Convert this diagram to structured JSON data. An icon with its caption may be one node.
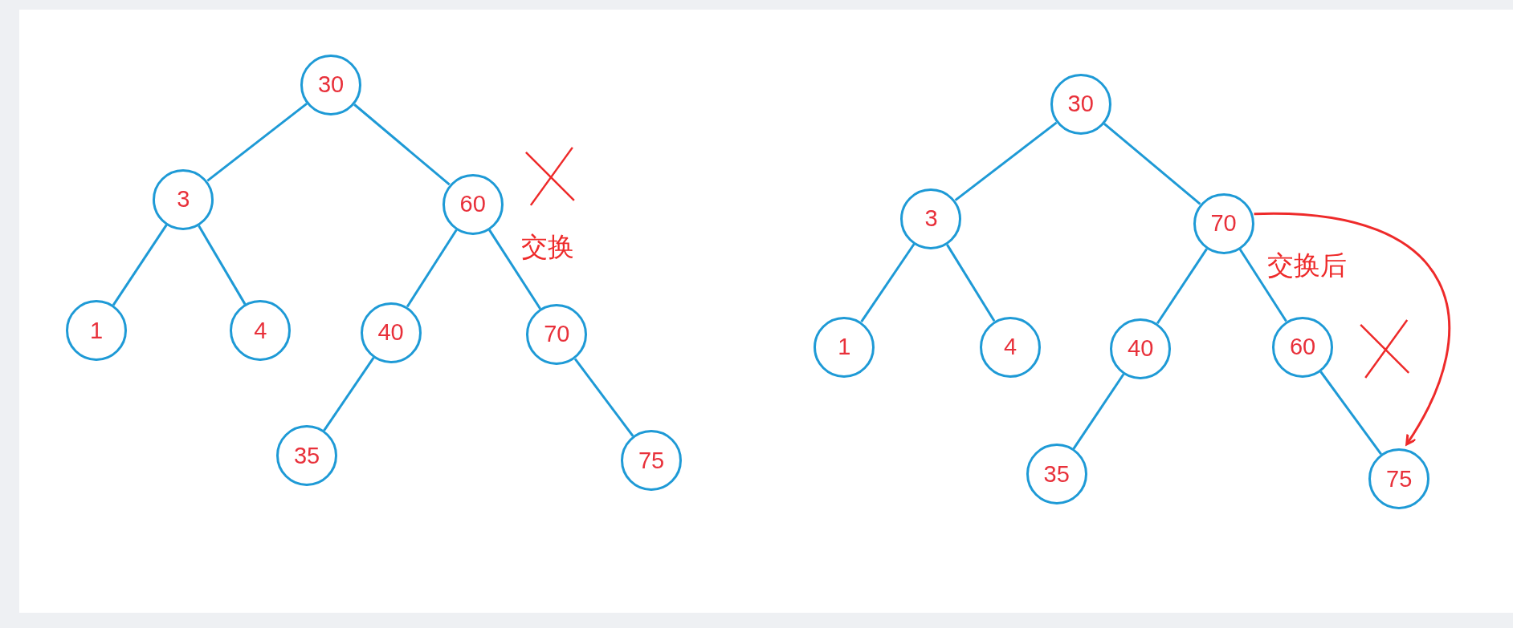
{
  "diagram": {
    "nodes": [
      {
        "text": [
          "30"
        ]
      },
      {
        "text": [
          "3"
        ]
      },
      {
        "text": [
          "60"
        ]
      },
      {
        "text": [
          "1"
        ]
      },
      {
        "text": [
          "4"
        ]
      },
      {
        "text": [
          "40"
        ]
      },
      {
        "text": [
          "70"
        ]
      },
      {
        "text": [
          "35"
        ]
      },
      {
        "text": [
          "75"
        ]
      },
      {
        "text": [
          "30"
        ]
      },
      {
        "text": [
          "3"
        ]
      },
      {
        "text": [
          "70"
        ]
      },
      {
        "text": [
          "1"
        ]
      },
      {
        "text": [
          "4"
        ]
      },
      {
        "text": [
          "40"
        ]
      },
      {
        "text": [
          "60"
        ]
      },
      {
        "text": [
          "35"
        ]
      },
      {
        "text": [
          "75"
        ]
      }
    ],
    "edges": [
      {
        "from": 0,
        "to": 1,
        "arrow": "none"
      },
      {
        "from": 0,
        "to": 2,
        "arrow": "none"
      },
      {
        "from": 1,
        "to": 3,
        "arrow": "none"
      },
      {
        "from": 1,
        "to": 4,
        "arrow": "none"
      },
      {
        "from": 2,
        "to": 5,
        "arrow": "none"
      },
      {
        "from": 2,
        "to": 6,
        "arrow": "none"
      },
      {
        "from": 5,
        "to": 7,
        "arrow": "none"
      },
      {
        "from": 6,
        "to": 8,
        "arrow": "none"
      },
      {
        "from": 9,
        "to": 10,
        "arrow": "none"
      },
      {
        "from": 9,
        "to": 11,
        "arrow": "none"
      },
      {
        "from": 10,
        "to": 12,
        "arrow": "none"
      },
      {
        "from": 10,
        "to": 13,
        "arrow": "none"
      },
      {
        "from": 11,
        "to": 14,
        "arrow": "none"
      },
      {
        "from": 11,
        "to": 15,
        "arrow": "none"
      },
      {
        "from": 14,
        "to": 16,
        "arrow": "none"
      },
      {
        "from": 15,
        "to": 17,
        "arrow": "none"
      },
      {
        "from": 11,
        "to": 17,
        "arrow": "to",
        "color": "#ee2a2a"
      }
    ],
    "labels": [
      "交换",
      "交换后"
    ]
  }
}
